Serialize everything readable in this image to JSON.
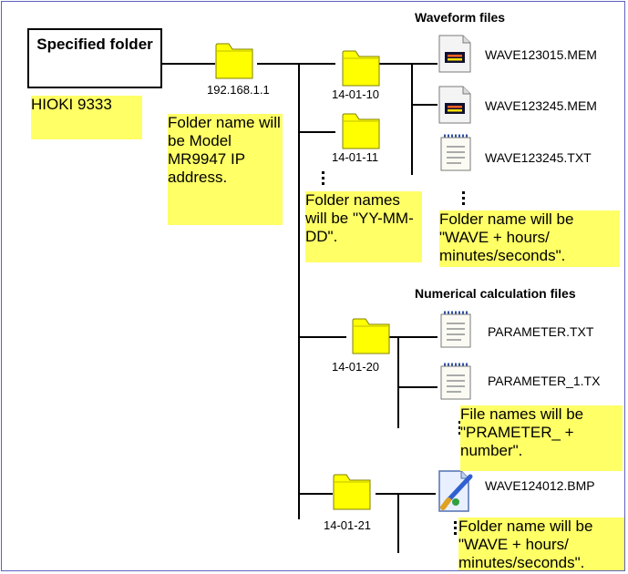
{
  "root": {
    "label": "Specified folder"
  },
  "model_ip_folder": {
    "label": "192.168.1.1",
    "note": "Folder name will be Model MR9947 IP address."
  },
  "hioki_label": "HIOKI 9333",
  "waveform_section": {
    "title": "Waveform files",
    "date_folders": [
      "14-01-10",
      "14-01-11"
    ],
    "date_note": "Folder names will be \"YY-MM-DD\".",
    "files": [
      "WAVE123015.MEM",
      "WAVE123245.MEM",
      "WAVE123245.TXT"
    ],
    "note": "Folder name will be \"WAVE + hours/ minutes/seconds\"."
  },
  "numerical_section": {
    "title": "Numerical calculation files",
    "date_folder": "14-01-20",
    "files": [
      "PARAMETER.TXT",
      "PARAMETER_1.TX"
    ],
    "note": "File names will be \"PRAMETER_ + number\"."
  },
  "image_section": {
    "date_folder": "14-01-21",
    "file": "WAVE124012.BMP",
    "note": "Folder name will be \"WAVE + hours/ minutes/seconds\"."
  },
  "colors": {
    "folder": "#ffff00",
    "highlight": "#ffff66",
    "frame": "#6060c0"
  },
  "icons": {
    "folder": "folder-icon",
    "mem": "mem-file-icon",
    "txt": "txt-file-icon",
    "bmp": "bmp-file-icon"
  }
}
